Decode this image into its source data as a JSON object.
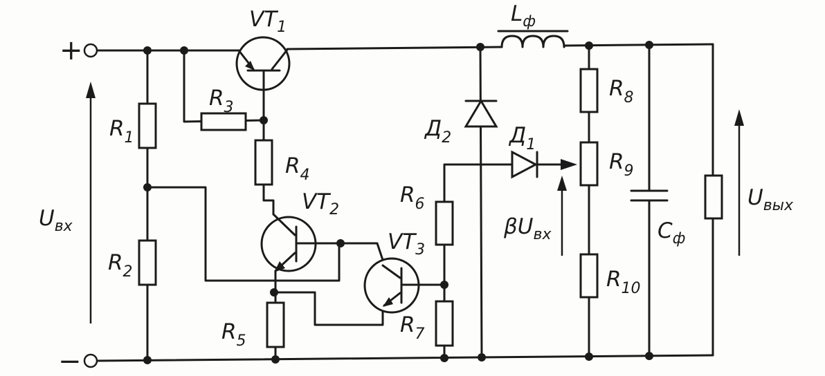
{
  "terminals": {
    "plus": "+",
    "minus": "−"
  },
  "labels": {
    "vt1": {
      "main": "VT",
      "sub": "1"
    },
    "vt2": {
      "main": "VT",
      "sub": "2"
    },
    "vt3": {
      "main": "VT",
      "sub": "3"
    },
    "r1": {
      "main": "R",
      "sub": "1"
    },
    "r2": {
      "main": "R",
      "sub": "2"
    },
    "r3": {
      "main": "R",
      "sub": "3"
    },
    "r4": {
      "main": "R",
      "sub": "4"
    },
    "r5": {
      "main": "R",
      "sub": "5"
    },
    "r6": {
      "main": "R",
      "sub": "6"
    },
    "r7": {
      "main": "R",
      "sub": "7"
    },
    "r8": {
      "main": "R",
      "sub": "8"
    },
    "r9": {
      "main": "R",
      "sub": "9"
    },
    "r10": {
      "main": "R",
      "sub": "10"
    },
    "d1": {
      "main": "Д",
      "sub": "1"
    },
    "d2": {
      "main": "Д",
      "sub": "2"
    },
    "lf": {
      "main": "L",
      "sub": "ф"
    },
    "cf": {
      "main": "C",
      "sub": "ф"
    },
    "uin": {
      "main": "U",
      "sub": "вх"
    },
    "uout": {
      "main": "U",
      "sub": "вых"
    },
    "beta_uin": {
      "main": "βU",
      "sub": "вх"
    }
  }
}
